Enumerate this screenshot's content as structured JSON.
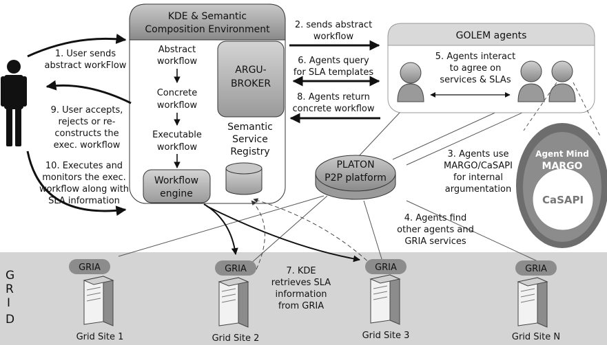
{
  "kde": {
    "title_line1": "KDE & Semantic",
    "title_line2": "Composition Environment",
    "abstract_line1": "Abstract",
    "abstract_line2": "workflow",
    "concrete_line1": "Concrete",
    "concrete_line2": "workflow",
    "executable_line1": "Executable",
    "executable_line2": "workflow",
    "argu_line1": "ARGU-",
    "argu_line2": "BROKER",
    "registry_line1": "Semantic",
    "registry_line2": "Service",
    "registry_line3": "Registry",
    "engine_line1": "Workflow",
    "engine_line2": "engine"
  },
  "golem": {
    "title": "GOLEM agents",
    "interact_line1": "5. Agents interact",
    "interact_line2": "to agree on",
    "interact_line3": "services & SLAs"
  },
  "platon": {
    "line1": "PLATON",
    "line2": "P2P platform"
  },
  "mind": {
    "title_line1": "Agent Mind",
    "title_line2": "MARGO",
    "core": "CaSAPI"
  },
  "steps": {
    "s1_line1": "1. User sends",
    "s1_line2": "abstract workFlow",
    "s2_line1": "2. sends abstract",
    "s2_line2": "workflow",
    "s3_line1": "3. Agents use",
    "s3_line2": "MARGO/CaSAPI",
    "s3_line3": "for internal",
    "s3_line4": "argumentation",
    "s4_line1": "4. Agents find",
    "s4_line2": "other agents and",
    "s4_line3": "GRIA services",
    "s6_line1": "6. Agents query",
    "s6_line2": "for SLA templates",
    "s7_line1": "7. KDE",
    "s7_line2": "retrieves SLA",
    "s7_line3": "information",
    "s7_line4": "from GRIA",
    "s8_line1": "8. Agents return",
    "s8_line2": "concrete workflow",
    "s9_line1": "9. User accepts,",
    "s9_line2": "rejects or re-",
    "s9_line3": "constructs the",
    "s9_line4": "exec. workflow",
    "s10_line1": "10. Executes and",
    "s10_line2": "monitors the exec.",
    "s10_line3": "workflow along with",
    "s10_line4": "SLA information"
  },
  "grid": {
    "letters": [
      "G",
      "R",
      "I",
      "D"
    ],
    "gria_label": "GRIA",
    "sites": [
      "Grid Site 1",
      "Grid Site 2",
      "Grid Site 3",
      "Grid Site N"
    ]
  },
  "icons": [
    "user-icon",
    "agent-icon",
    "server-icon",
    "database-icon"
  ]
}
